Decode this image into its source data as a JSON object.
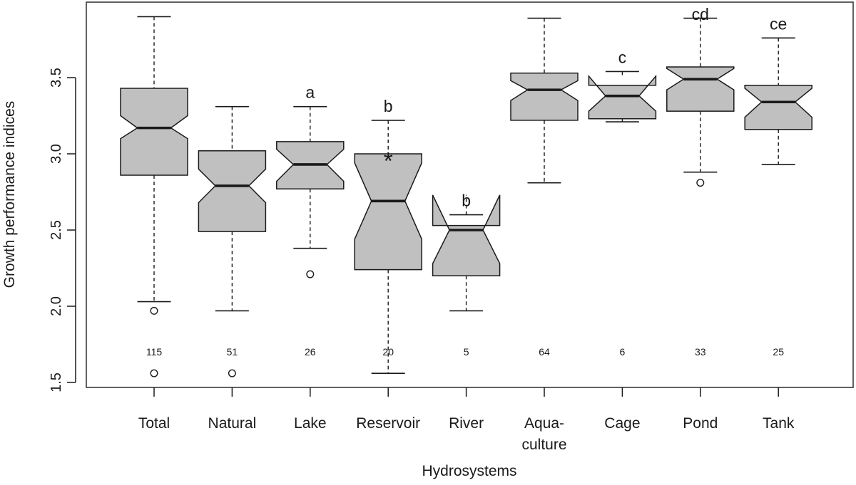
{
  "chart_data": {
    "type": "boxplot",
    "notched": true,
    "xlabel": "Hydrosystems",
    "ylabel": "Growth performance indices",
    "ylim": [
      1.45,
      3.95
    ],
    "yticks": [
      "1.5",
      "2.0",
      "2.5",
      "3.0",
      "3.5"
    ],
    "grid": false,
    "colors": {
      "box_fill": "#c0c0c0",
      "line": "#1a1a1a",
      "background": "#ffffff"
    },
    "groups": [
      {
        "label": "Total",
        "n": "115",
        "letter": "",
        "whisker_low": 2.03,
        "q1": 2.86,
        "median": 3.17,
        "q3": 3.43,
        "whisker_high": 3.9,
        "notch_low": 3.1,
        "notch_high": 3.25,
        "outliers": [
          1.97,
          1.56
        ],
        "mean": null
      },
      {
        "label": "Natural",
        "n": "51",
        "letter": "",
        "whisker_low": 1.97,
        "q1": 2.49,
        "median": 2.79,
        "q3": 3.02,
        "whisker_high": 3.31,
        "notch_low": 2.68,
        "notch_high": 2.9,
        "outliers": [
          1.56
        ],
        "mean": null
      },
      {
        "label": "Lake",
        "n": "26",
        "letter": "a",
        "whisker_low": 2.38,
        "q1": 2.77,
        "median": 2.93,
        "q3": 3.08,
        "whisker_high": 3.31,
        "notch_low": 2.82,
        "notch_high": 3.03,
        "outliers": [
          2.21
        ],
        "mean": null
      },
      {
        "label": "Reservoir",
        "n": "20",
        "letter": "b",
        "whisker_low": 1.56,
        "q1": 2.24,
        "median": 2.69,
        "q3": 3.0,
        "whisker_high": 3.22,
        "notch_low": 2.44,
        "notch_high": 2.94,
        "outliers": [],
        "mean": 2.97
      },
      {
        "label": "River",
        "n": "5",
        "letter": "b",
        "whisker_low": 1.97,
        "q1": 2.2,
        "median": 2.5,
        "q3": 2.53,
        "whisker_high": 2.6,
        "notch_low": 2.28,
        "notch_high": 2.73,
        "outliers": [],
        "mean": null
      },
      {
        "label": "Aqua-\nculture",
        "n": "64",
        "letter": "",
        "whisker_low": 2.81,
        "q1": 3.22,
        "median": 3.42,
        "q3": 3.53,
        "whisker_high": 3.89,
        "notch_low": 3.35,
        "notch_high": 3.48,
        "outliers": [],
        "mean": null
      },
      {
        "label": "Cage",
        "n": "6",
        "letter": "c",
        "whisker_low": 3.21,
        "q1": 3.23,
        "median": 3.38,
        "q3": 3.45,
        "whisker_high": 3.54,
        "notch_low": 3.28,
        "notch_high": 3.51,
        "outliers": [],
        "mean": null
      },
      {
        "label": "Pond",
        "n": "33",
        "letter": "cd",
        "whisker_low": 2.88,
        "q1": 3.28,
        "median": 3.49,
        "q3": 3.57,
        "whisker_high": 3.89,
        "notch_low": 3.42,
        "notch_high": 3.56,
        "outliers": [
          2.81
        ],
        "mean": null
      },
      {
        "label": "Tank",
        "n": "25",
        "letter": "ce",
        "whisker_low": 2.93,
        "q1": 3.16,
        "median": 3.34,
        "q3": 3.45,
        "whisker_high": 3.76,
        "notch_low": 3.24,
        "notch_high": 3.43,
        "outliers": [],
        "mean": null
      }
    ]
  }
}
